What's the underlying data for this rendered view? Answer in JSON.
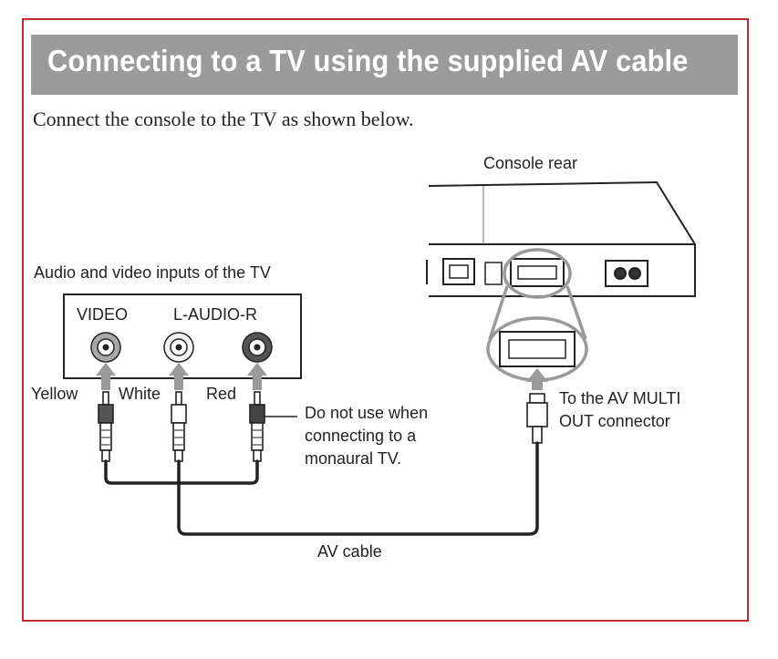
{
  "heading": "Connecting to a TV using the supplied AV cable",
  "intro": "Connect the console to the TV as shown below.",
  "diagram": {
    "console_label": "Console rear",
    "tv_inputs_label": "Audio and video inputs of the TV",
    "jack_video_label": "VIDEO",
    "jack_audio_label": "L-AUDIO-R",
    "plug_colors": [
      "Yellow",
      "White",
      "Red"
    ],
    "mono_note": [
      "Do not use when",
      "connecting to a",
      "monaural TV."
    ],
    "connector_note": [
      "To the AV MULTI",
      "OUT connector"
    ],
    "cable_label": "AV cable"
  },
  "colors": {
    "frame": "#c0282b",
    "banner": "#9b9b9b",
    "arrow": "#9a9a9a"
  }
}
